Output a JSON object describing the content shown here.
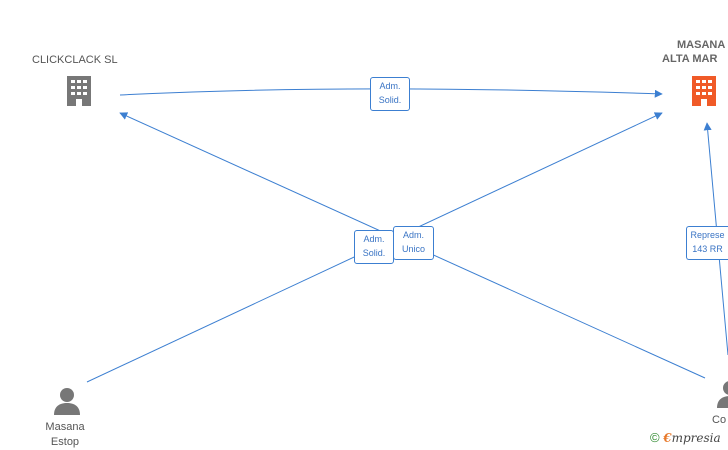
{
  "nodes": {
    "clickclack": {
      "label": "CLICKCLACK  SL",
      "icon": "building-icon",
      "color": "#777777"
    },
    "masana_alta_mar": {
      "label_line1": "MASANA",
      "label_line2": "ALTA MAR",
      "icon": "building-icon",
      "color": "#f05a28"
    },
    "masana_estop": {
      "label_line1": "Masana",
      "label_line2": "Estop",
      "icon": "person-icon",
      "color": "#777777"
    },
    "right_person": {
      "label": "Co",
      "icon": "person-icon",
      "color": "#777777"
    }
  },
  "edges": {
    "top": {
      "line1": "Adm.",
      "line2": "Solid."
    },
    "center_left": {
      "line1": "Adm.",
      "line2": "Solid."
    },
    "center_right": {
      "line1": "Adm.",
      "line2": "Unico"
    },
    "right": {
      "line1": "Represe",
      "line2": "143 RR"
    }
  },
  "colors": {
    "edge": "#3c7fd1"
  },
  "watermark": {
    "copyright": "©",
    "brand_first": "€",
    "brand_rest": "mpresia"
  }
}
